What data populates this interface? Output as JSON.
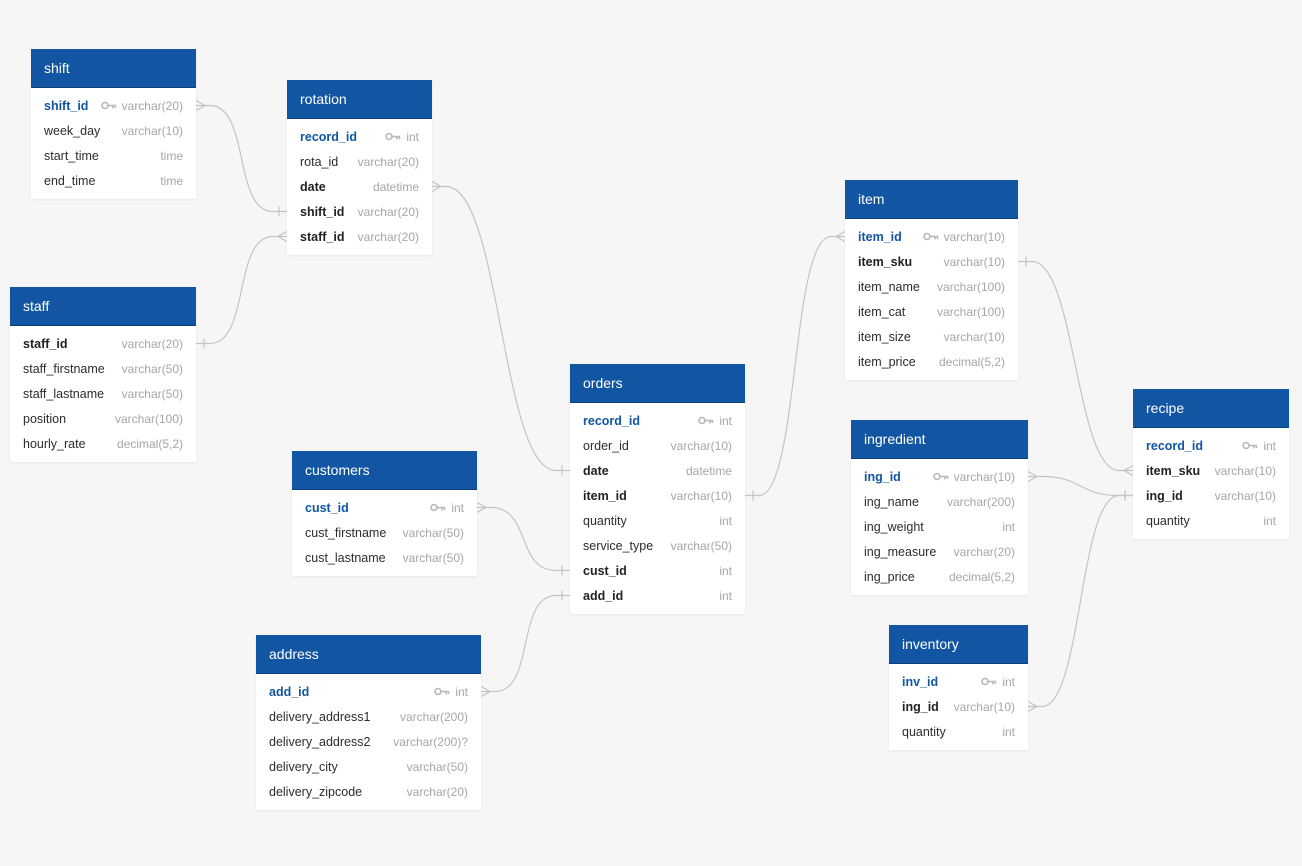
{
  "colors": {
    "header": "#1155a3",
    "background": "#f5f6f5",
    "primary_key": "#1155a3",
    "type_text": "#a6a6a6",
    "relation_line": "#c4c4c4"
  },
  "tables": [
    {
      "id": "shift",
      "name": "shift",
      "fields": [
        {
          "name": "shift_id",
          "type": "varchar(20)",
          "role": "pk"
        },
        {
          "name": "week_day",
          "type": "varchar(10)",
          "role": "plain"
        },
        {
          "name": "start_time",
          "type": "time",
          "role": "plain"
        },
        {
          "name": "end_time",
          "type": "time",
          "role": "plain"
        }
      ]
    },
    {
      "id": "rotation",
      "name": "rotation",
      "fields": [
        {
          "name": "record_id",
          "type": "int",
          "role": "pk"
        },
        {
          "name": "rota_id",
          "type": "varchar(20)",
          "role": "plain"
        },
        {
          "name": "date",
          "type": "datetime",
          "role": "ref"
        },
        {
          "name": "shift_id",
          "type": "varchar(20)",
          "role": "ref"
        },
        {
          "name": "staff_id",
          "type": "varchar(20)",
          "role": "ref"
        }
      ]
    },
    {
      "id": "staff",
      "name": "staff",
      "fields": [
        {
          "name": "staff_id",
          "type": "varchar(20)",
          "role": "ref"
        },
        {
          "name": "staff_firstname",
          "type": "varchar(50)",
          "role": "plain"
        },
        {
          "name": "staff_lastname",
          "type": "varchar(50)",
          "role": "plain"
        },
        {
          "name": "position",
          "type": "varchar(100)",
          "role": "plain"
        },
        {
          "name": "hourly_rate",
          "type": "decimal(5,2)",
          "role": "plain"
        }
      ]
    },
    {
      "id": "customers",
      "name": "customers",
      "fields": [
        {
          "name": "cust_id",
          "type": "int",
          "role": "pk"
        },
        {
          "name": "cust_firstname",
          "type": "varchar(50)",
          "role": "plain"
        },
        {
          "name": "cust_lastname",
          "type": "varchar(50)",
          "role": "plain"
        }
      ]
    },
    {
      "id": "address",
      "name": "address",
      "fields": [
        {
          "name": "add_id",
          "type": "int",
          "role": "pk"
        },
        {
          "name": "delivery_address1",
          "type": "varchar(200)",
          "role": "plain"
        },
        {
          "name": "delivery_address2",
          "type": "varchar(200)?",
          "role": "plain"
        },
        {
          "name": "delivery_city",
          "type": "varchar(50)",
          "role": "plain"
        },
        {
          "name": "delivery_zipcode",
          "type": "varchar(20)",
          "role": "plain"
        }
      ]
    },
    {
      "id": "orders",
      "name": "orders",
      "fields": [
        {
          "name": "record_id",
          "type": "int",
          "role": "pk"
        },
        {
          "name": "order_id",
          "type": "varchar(10)",
          "role": "plain"
        },
        {
          "name": "date",
          "type": "datetime",
          "role": "ref"
        },
        {
          "name": "item_id",
          "type": "varchar(10)",
          "role": "ref"
        },
        {
          "name": "quantity",
          "type": "int",
          "role": "plain"
        },
        {
          "name": "service_type",
          "type": "varchar(50)",
          "role": "plain"
        },
        {
          "name": "cust_id",
          "type": "int",
          "role": "ref"
        },
        {
          "name": "add_id",
          "type": "int",
          "role": "ref"
        }
      ]
    },
    {
      "id": "item",
      "name": "item",
      "fields": [
        {
          "name": "item_id",
          "type": "varchar(10)",
          "role": "pk"
        },
        {
          "name": "item_sku",
          "type": "varchar(10)",
          "role": "ref"
        },
        {
          "name": "item_name",
          "type": "varchar(100)",
          "role": "plain"
        },
        {
          "name": "item_cat",
          "type": "varchar(100)",
          "role": "plain"
        },
        {
          "name": "item_size",
          "type": "varchar(10)",
          "role": "plain"
        },
        {
          "name": "item_price",
          "type": "decimal(5,2)",
          "role": "plain"
        }
      ]
    },
    {
      "id": "ingredient",
      "name": "ingredient",
      "fields": [
        {
          "name": "ing_id",
          "type": "varchar(10)",
          "role": "pk"
        },
        {
          "name": "ing_name",
          "type": "varchar(200)",
          "role": "plain"
        },
        {
          "name": "ing_weight",
          "type": "int",
          "role": "plain"
        },
        {
          "name": "ing_measure",
          "type": "varchar(20)",
          "role": "plain"
        },
        {
          "name": "ing_price",
          "type": "decimal(5,2)",
          "role": "plain"
        }
      ]
    },
    {
      "id": "inventory",
      "name": "inventory",
      "fields": [
        {
          "name": "inv_id",
          "type": "int",
          "role": "pk"
        },
        {
          "name": "ing_id",
          "type": "varchar(10)",
          "role": "ref"
        },
        {
          "name": "quantity",
          "type": "int",
          "role": "plain"
        }
      ]
    },
    {
      "id": "recipe",
      "name": "recipe",
      "fields": [
        {
          "name": "record_id",
          "type": "int",
          "role": "pk"
        },
        {
          "name": "item_sku",
          "type": "varchar(10)",
          "role": "ref"
        },
        {
          "name": "ing_id",
          "type": "varchar(10)",
          "role": "ref"
        },
        {
          "name": "quantity",
          "type": "int",
          "role": "plain"
        }
      ]
    }
  ],
  "relationships": [
    {
      "from_table": "shift",
      "from_field": "shift_id",
      "from_end": "many",
      "to_table": "rotation",
      "to_field": "shift_id",
      "to_end": "one"
    },
    {
      "from_table": "staff",
      "from_field": "staff_id",
      "from_end": "one",
      "to_table": "rotation",
      "to_field": "staff_id",
      "to_end": "many"
    },
    {
      "from_table": "rotation",
      "from_field": "date",
      "from_end": "many",
      "to_table": "orders",
      "to_field": "date",
      "to_end": "one"
    },
    {
      "from_table": "customers",
      "from_field": "cust_id",
      "from_end": "many",
      "to_table": "orders",
      "to_field": "cust_id",
      "to_end": "one"
    },
    {
      "from_table": "address",
      "from_field": "add_id",
      "from_end": "many",
      "to_table": "orders",
      "to_field": "add_id",
      "to_end": "one"
    },
    {
      "from_table": "orders",
      "from_field": "item_id",
      "from_end": "one",
      "to_table": "item",
      "to_field": "item_id",
      "to_end": "many"
    },
    {
      "from_table": "item",
      "from_field": "item_sku",
      "from_end": "one",
      "to_table": "recipe",
      "to_field": "item_sku",
      "to_end": "many"
    },
    {
      "from_table": "ingredient",
      "from_field": "ing_id",
      "from_end": "many",
      "to_table": "recipe",
      "to_field": "ing_id",
      "to_end": "one"
    },
    {
      "from_table": "inventory",
      "from_field": "ing_id",
      "from_end": "many",
      "to_table": "recipe",
      "to_field": "ing_id",
      "to_end": "one"
    }
  ]
}
